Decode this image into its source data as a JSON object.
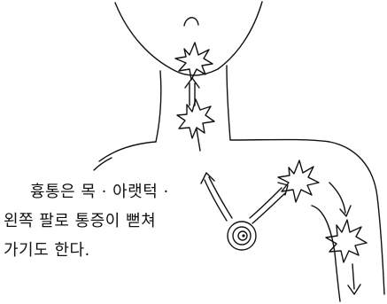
{
  "caption": {
    "lines": [
      "흉통은 목 · 아랫턱 ·",
      "왼쪽 팔로 통증이 뻗쳐",
      "가기도 한다."
    ]
  },
  "colors": {
    "ink": "#111111",
    "background": "#ffffff"
  },
  "icons": {
    "pain": "pain-burst-icon",
    "origin": "spiral-origin-icon",
    "direction": "radiation-arrow-icon"
  }
}
